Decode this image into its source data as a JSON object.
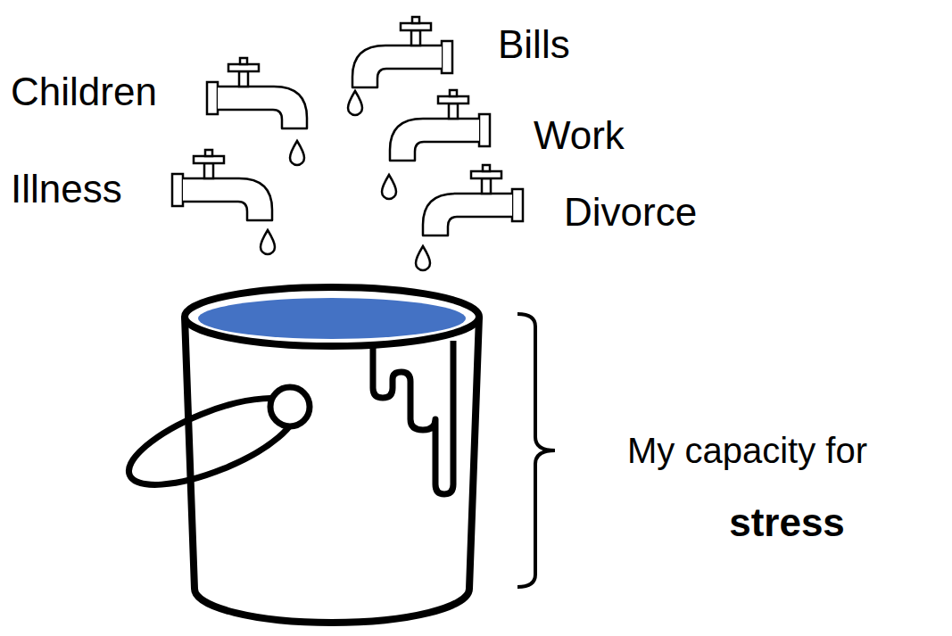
{
  "diagram": {
    "labels": [
      "Children",
      "Bills",
      "Work",
      "Illness",
      "Divorce",
      "My capacity for",
      "stress"
    ]
  }
}
